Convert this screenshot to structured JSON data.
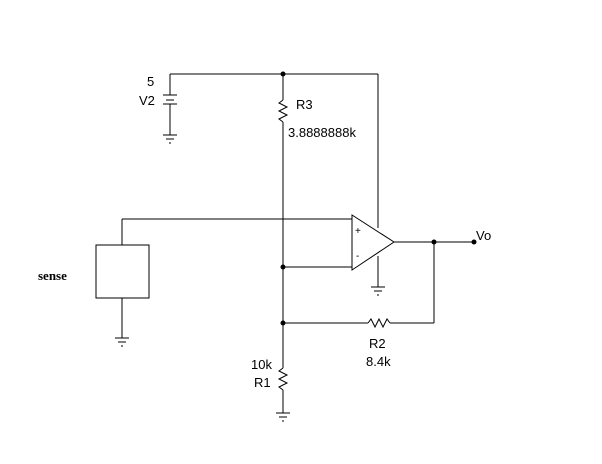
{
  "components": {
    "v2": {
      "name": "V2",
      "value": "5"
    },
    "r3": {
      "name": "R3",
      "value": "3.8888888k"
    },
    "r2": {
      "name": "R2",
      "value": "8.4k"
    },
    "r1": {
      "name": "R1",
      "value": "10k"
    },
    "sense": {
      "name": "sense"
    },
    "opamp": {
      "plus": "+",
      "minus": "-"
    }
  },
  "nets": {
    "output": "Vo"
  }
}
